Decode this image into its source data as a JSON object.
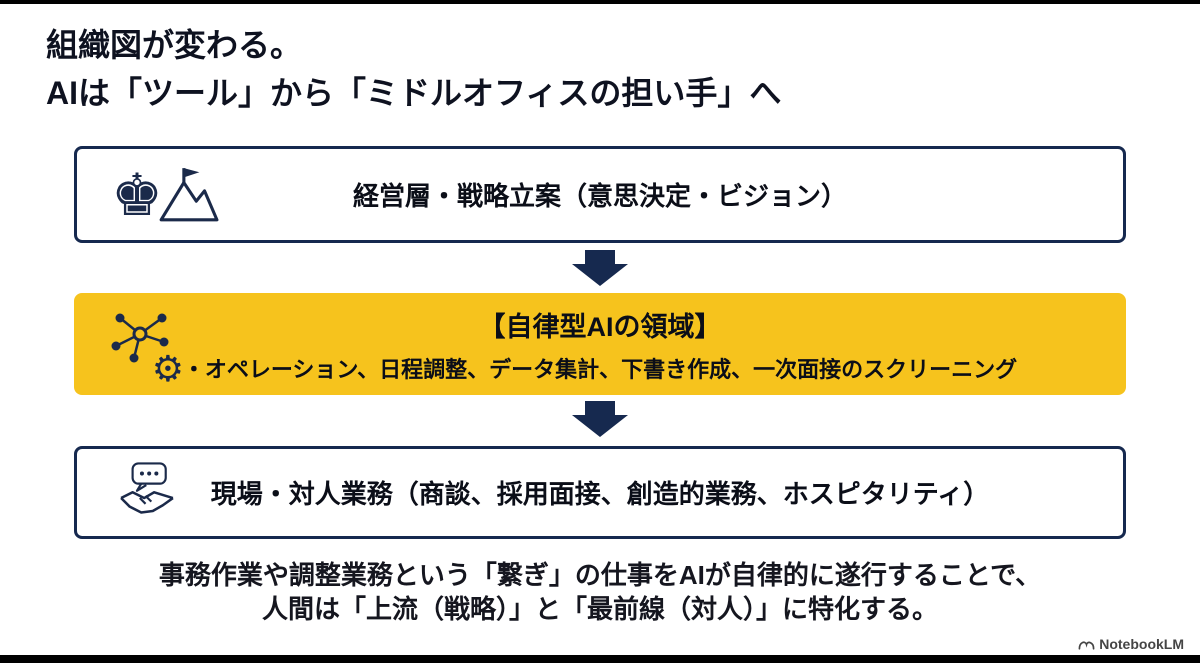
{
  "title": {
    "line1": "組織図が変わる。",
    "line2": "AIは「ツール」から「ミドルオフィスの担い手」へ"
  },
  "boxes": [
    {
      "id": "strategy",
      "icon": "chess-king-and-mountain-flag-icon",
      "label": "経営層・戦略立案（意思決定・ビジョン）"
    },
    {
      "id": "autonomous-ai",
      "icon": "network-and-gear-icon",
      "heading": "【自律型AIの領域】",
      "label": "・オペレーション、日程調整、データ集計、下書き作成、一次面接のスクリーニング"
    },
    {
      "id": "frontline",
      "icon": "handshake-speech-bubble-icon",
      "label": "現場・対人業務（商談、採用面接、創造的業務、ホスピタリティ）"
    }
  ],
  "footer": {
    "line1": "事務作業や調整業務という「繋ぎ」の仕事をAIが自律的に遂行することで、",
    "line2": "人間は「上流（戦略）」と「最前線（対人）」に特化する。"
  },
  "watermark": "NotebookLM",
  "icons": {
    "chess_king": "♚",
    "gear": "⚙"
  },
  "colors": {
    "navy": "#16294f",
    "yellow": "#f6c31d",
    "text": "#0b0e18"
  }
}
